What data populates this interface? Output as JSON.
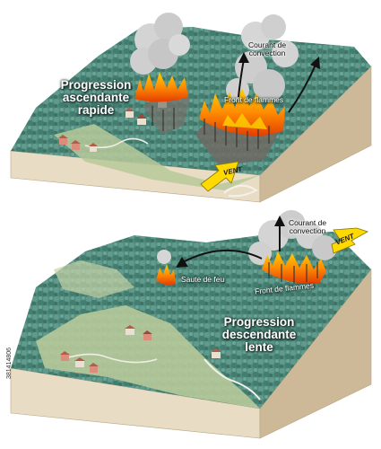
{
  "top_panel": {
    "title_line1": "Progression",
    "title_line2": "ascendante",
    "title_line3": "rapide",
    "flame_front": "Front de flammes",
    "convection_line1": "Courant de",
    "convection_line2": "convection",
    "wind": "VENT"
  },
  "bottom_panel": {
    "title_line1": "Progression",
    "title_line2": "descendante",
    "title_line3": "lente",
    "flame_front": "Front de flammes",
    "spot_fire": "Saute de feu",
    "convection_line1": "Courant de",
    "convection_line2": "convection",
    "wind": "VENT"
  },
  "side_id": "381414806",
  "colors": {
    "forest": "#4f8a7c",
    "forest_dark": "#3b6f62",
    "meadow": "#b7c99a",
    "soil_front": "#e9dcc4",
    "soil_side": "#cdb997",
    "smoke": "#d4d4d4",
    "fire": "#ff8a00",
    "wind_arrow": "#ffd900"
  }
}
